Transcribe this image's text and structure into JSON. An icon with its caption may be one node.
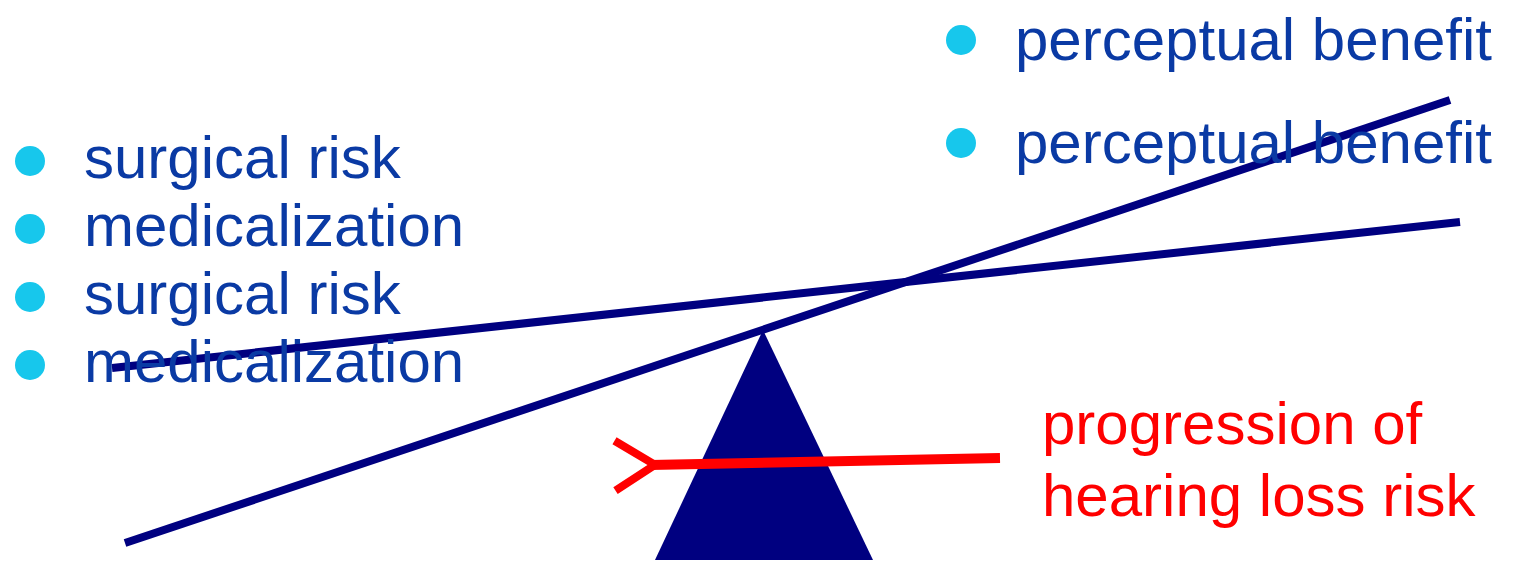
{
  "diagram": {
    "labels": [
      "perceptual benefit",
      "perceptual benefit",
      "surgical risk",
      "medicalization",
      "surgical risk",
      "medicalization",
      "progression of hearing loss risk"
    ]
  }
}
